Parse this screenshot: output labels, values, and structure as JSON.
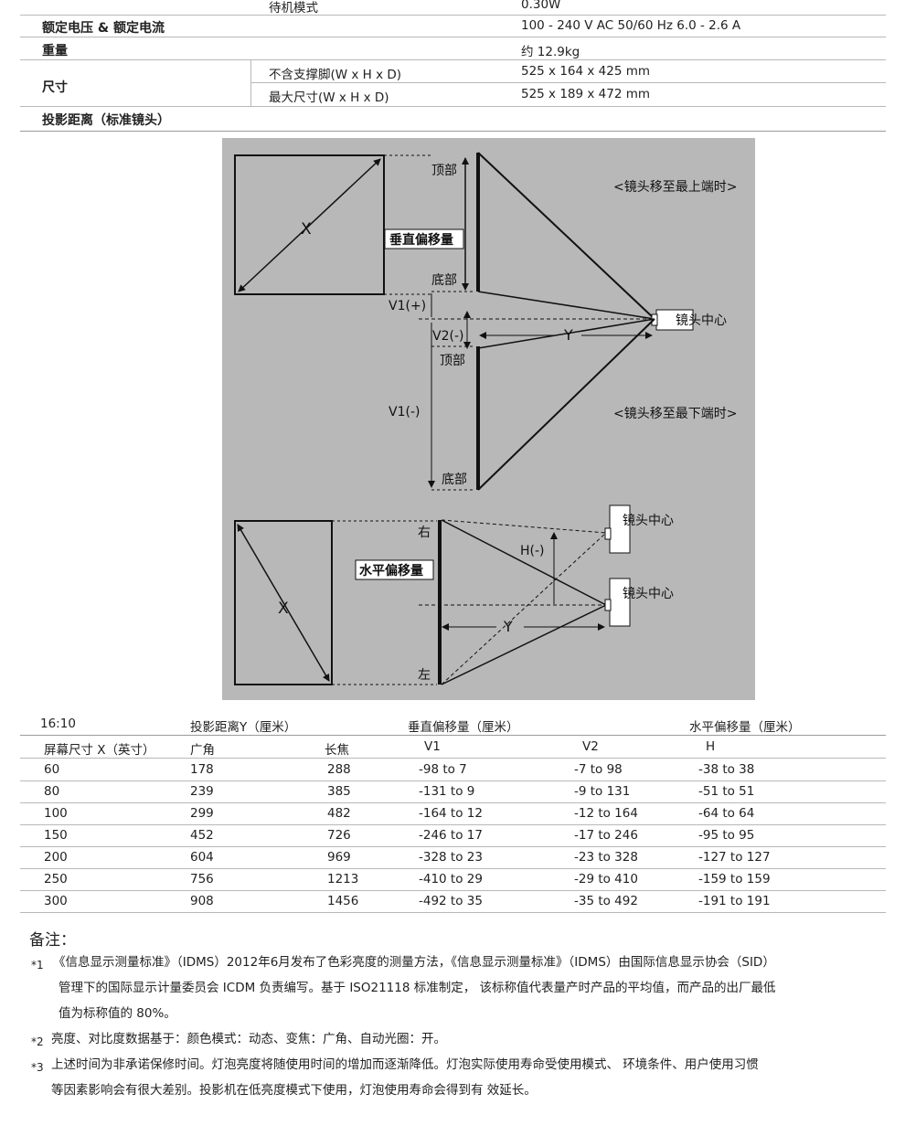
{
  "specs": {
    "standby": {
      "sub": "待机模式",
      "value": "0.30W"
    },
    "power": {
      "label": "额定电压 & 额定电流",
      "value": "100 - 240 V AC 50/60 Hz 6.0 - 2.6 A"
    },
    "weight": {
      "label": "重量",
      "value": "约 12.9kg"
    },
    "size": {
      "label": "尺寸",
      "sub1": "不含支撑脚(W x H x D)",
      "value1": "525 x 164 x 425 mm",
      "sub2": "最大尺寸(W x H x D)",
      "value2": "525 x 189 x 472 mm"
    },
    "throw_label": "投影距离（标准镜头）"
  },
  "diagram": {
    "x": "X",
    "top1": "顶部",
    "bottom1": "底部",
    "top2": "顶部",
    "bottom2": "底部",
    "vertical_shift": "垂直偏移量",
    "v1_plus": "V1(+)",
    "v2_minus": "V2(-)",
    "v1_minus": "V1(-)",
    "y": "Y",
    "lens_center": "镜头中心",
    "lens_top": "<镜头移至最上端时>",
    "lens_bottom": "<镜头移至最下端时>",
    "right": "右",
    "left": "左",
    "h_minus": "H(-)",
    "horizontal_shift": "水平偏移量"
  },
  "table": {
    "aspect": "16:10",
    "group_throw": "投影距离Y（厘米）",
    "group_vshift": "垂直偏移量（厘米）",
    "group_hshift": "水平偏移量（厘米）",
    "headers": [
      "屏幕尺寸 X（英寸）",
      "广角",
      "长焦",
      "V1",
      "V2",
      "H"
    ],
    "rows": [
      [
        "60",
        "178",
        "288",
        "-98 to 7",
        "-7 to 98",
        "-38 to 38"
      ],
      [
        "80",
        "239",
        "385",
        "-131 to 9",
        "-9 to 131",
        "-51 to 51"
      ],
      [
        "100",
        "299",
        "482",
        "-164 to 12",
        "-12 to 164",
        "-64 to 64"
      ],
      [
        "150",
        "452",
        "726",
        "-246 to 17",
        "-17 to 246",
        "-95 to 95"
      ],
      [
        "200",
        "604",
        "969",
        "-328 to 23",
        "-23 to 328",
        "-127 to 127"
      ],
      [
        "250",
        "756",
        "1213",
        "-410 to 29",
        "-29 to 410",
        "-159 to 159"
      ],
      [
        "300",
        "908",
        "1456",
        "-492 to 35",
        "-35 to 492",
        "-191 to 191"
      ]
    ]
  },
  "notes": {
    "title": "备注：",
    "n1_mark": "*1",
    "n1_l1": "《信息显示测量标准》（IDMS）2012年6月发布了色彩亮度的测量方法，《信息显示测量标准》（IDMS）由国际信息显示协会（SID）",
    "n1_l2": "管理下的国际显示计量委员会 ICDM 负责编写。基于 ISO21118 标准制定， 该标称值代表量产时产品的平均值，而产品的出厂最低",
    "n1_l3": "值为标称值的 80%。",
    "n2_mark": "*2",
    "n2_l1": "亮度、对比度数据基于：颜色模式：动态、变焦：广角、自动光圈：开。",
    "n3_mark": "*3",
    "n3_l1": "上述时间为非承诺保修时间。灯泡亮度将随使用时间的增加而逐渐降低。灯泡实际使用寿命受使用模式、 环境条件、用户使用习惯",
    "n3_l2": "等因素影响会有很大差别。投影机在低亮度模式下使用，灯泡使用寿命会得到有 效延长。"
  }
}
